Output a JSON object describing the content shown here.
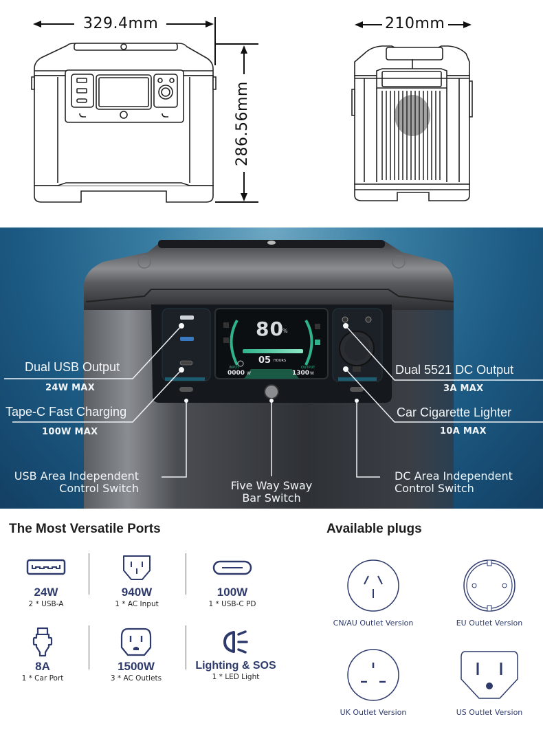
{
  "dimensions": {
    "front_width": "329.4mm",
    "height": "286.56mm",
    "side_depth": "210mm"
  },
  "product_photo": {
    "screen": {
      "battery_percent": "80",
      "percent_symbol": "%",
      "hours": "05",
      "hours_label": "HOURS",
      "input_label": "INPUT",
      "input_value": "0000",
      "input_unit": "W",
      "output_label": "OUTPUT",
      "output_value": "1300",
      "output_unit": "W"
    },
    "callouts": {
      "dual_usb": {
        "title": "Dual USB Output",
        "spec": "24W MAX"
      },
      "type_c": {
        "title": "Tape-C Fast Charging",
        "spec": "100W MAX"
      },
      "usb_switch": {
        "line1": "USB Area Independent",
        "line2": "Control Switch"
      },
      "five_way": {
        "line1": "Five Way Sway",
        "line2": "Bar Switch"
      },
      "dc_output": {
        "title": "Dual 5521 DC Output",
        "spec": "3A MAX"
      },
      "car_lighter": {
        "title": "Car Cigarette Lighter",
        "spec": "10A MAX"
      },
      "dc_switch": {
        "line1": "DC Area Independent",
        "line2": "Control Switch"
      }
    }
  },
  "ports": {
    "title": "The Most Versatile Ports",
    "items": [
      {
        "icon": "usb-a-icon",
        "value": "24W",
        "desc": "2 * USB-A"
      },
      {
        "icon": "ac-input-icon",
        "value": "940W",
        "desc": "1 * AC Input"
      },
      {
        "icon": "usb-c-icon",
        "value": "100W",
        "desc": "1 * USB-C PD"
      },
      {
        "icon": "car-port-icon",
        "value": "8A",
        "desc": "1 * Car Port"
      },
      {
        "icon": "ac-outlet-icon",
        "value": "1500W",
        "desc": "3 * AC Outlets"
      },
      {
        "icon": "led-light-icon",
        "value": "Lighting & SOS",
        "desc": "1 * LED Light"
      }
    ]
  },
  "plugs": {
    "title": "Available plugs",
    "items": [
      {
        "icon": "cn-au-outlet-icon",
        "label": "CN/AU Outlet Version"
      },
      {
        "icon": "eu-outlet-icon",
        "label": "EU Outlet Version"
      },
      {
        "icon": "uk-outlet-icon",
        "label": "UK Outlet Version"
      },
      {
        "icon": "us-outlet-icon",
        "label": "US Outlet Version"
      }
    ]
  },
  "colors": {
    "icon_navy": "#2d3a6b",
    "screen_green": "#2fb38a",
    "photo_bg": "#1c5a83"
  }
}
